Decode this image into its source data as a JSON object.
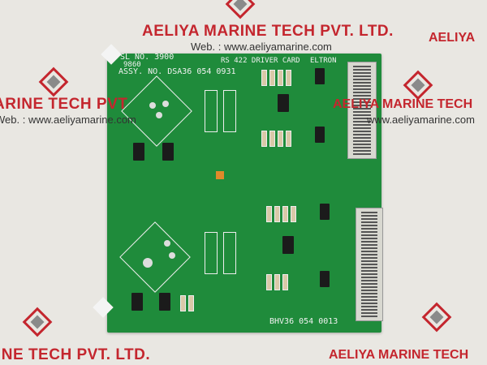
{
  "watermark": {
    "company": "AELIYA MARINE TECH PVT. LTD.",
    "website": "Web. : www.aeliyamarine.com",
    "fragment_left_mid": "ARINE TECH PVT",
    "fragment_right_mid": "AELIYA MARINE TECH",
    "website_right": "www.aeliyamarine.com",
    "fragment_bottom_left": "INE TECH PVT. LTD.",
    "fragment_bottom_right": "AELIYA MARINE TECH",
    "fragment_top_right": "AELIYA",
    "brand_color": "#c4262e"
  },
  "board": {
    "serial": "SL NO. 3900",
    "code": "9860",
    "assy": "ASSY. NO. DSA36 054 0931",
    "title": "RS 422 DRIVER CARD",
    "maker": "ELTRON",
    "part": "BHV36 054 0013",
    "pcb_color": "#1f8b3b"
  }
}
